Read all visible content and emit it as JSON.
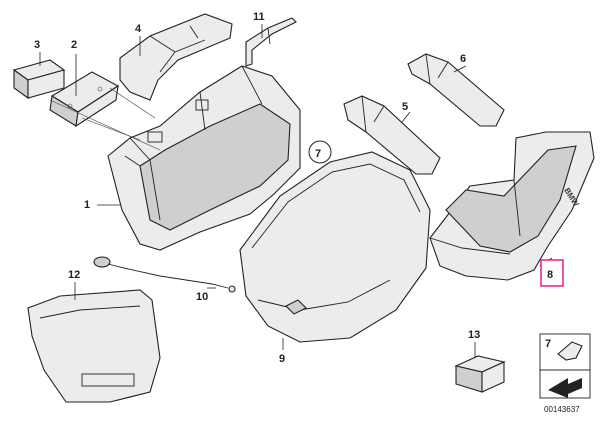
{
  "diagram": {
    "callouts": [
      {
        "id": "1",
        "label": "1"
      },
      {
        "id": "2",
        "label": "2"
      },
      {
        "id": "3",
        "label": "3"
      },
      {
        "id": "4",
        "label": "4"
      },
      {
        "id": "5",
        "label": "5"
      },
      {
        "id": "6",
        "label": "6"
      },
      {
        "id": "7",
        "label": "7"
      },
      {
        "id": "8",
        "label": "8"
      },
      {
        "id": "9",
        "label": "9"
      },
      {
        "id": "10",
        "label": "10"
      },
      {
        "id": "11",
        "label": "11"
      },
      {
        "id": "12",
        "label": "12"
      },
      {
        "id": "13",
        "label": "13"
      }
    ],
    "legend_box_label": "7",
    "highlighted_part": "8",
    "brand_mark": "BMW",
    "reference_number": "00143637",
    "highlight_color": "#e0218a"
  }
}
